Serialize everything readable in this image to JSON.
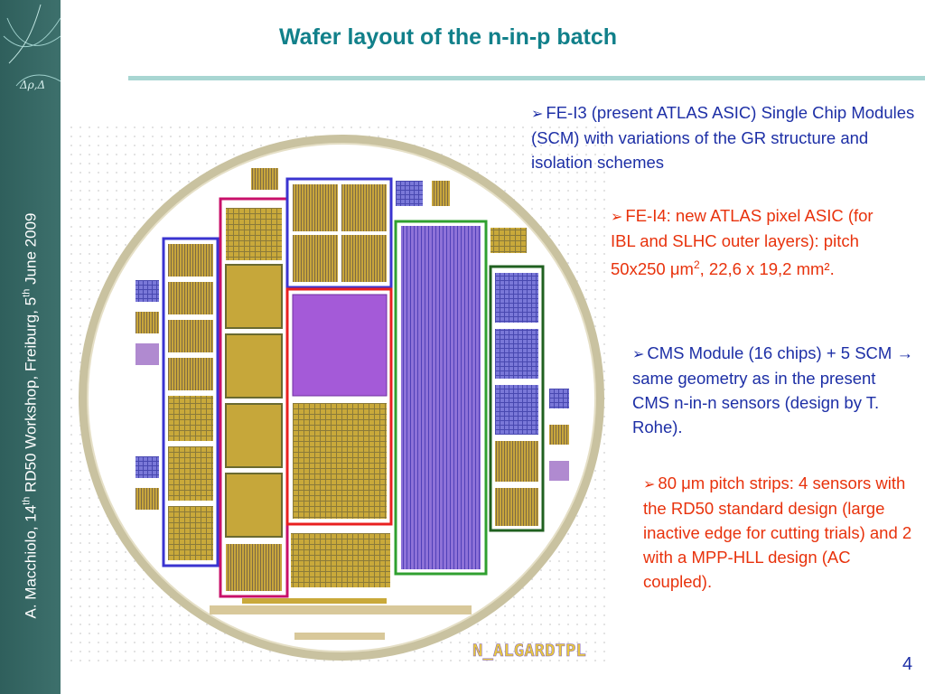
{
  "slide": {
    "title": "Wafer layout of the n-in-p batch",
    "sidebar_author": "A. Macchiolo, 14",
    "sidebar_sup1": "th",
    "sidebar_event": " RD50 Workshop, Freiburg, 5",
    "sidebar_sup2": "th",
    "sidebar_date": " June 2009",
    "page_number": "4",
    "wafer_label": "N_ALGARDTPL"
  },
  "bullets": [
    {
      "text": "FE-I3 (present ATLAS ASIC) Single Chip Modules (SCM) with variations of the GR structure and isolation schemes"
    },
    {
      "text_a": "FE-I4: new ATLAS pixel ASIC (for IBL and SLHC outer layers): pitch 50x250 ",
      "mu": "μ",
      "text_b": "m",
      "sup": "2",
      "text_c": ", 22,6 x 19,2 mm²."
    },
    {
      "text_a": "CMS Module (16 chips) + 5 SCM ",
      "arrow": "→",
      "text_b": " same geometry as in the present CMS n-in-n sensors (design by T. Rohe)."
    },
    {
      "text_a": "80 ",
      "mu": "μ",
      "text_b": "m pitch strips: 4 sensors with the RD50 standard design (large inactive edge for cutting trials) and 2 with a MPP-HLL design (AC coupled)."
    }
  ],
  "colors": {
    "bullet_blue": "#1d2fa6",
    "bullet_red": "#e8320c",
    "title_teal": "#11808a",
    "sidebar": "#3d706c"
  },
  "icons": {
    "bullet_marker": "arrow-right-icon"
  }
}
